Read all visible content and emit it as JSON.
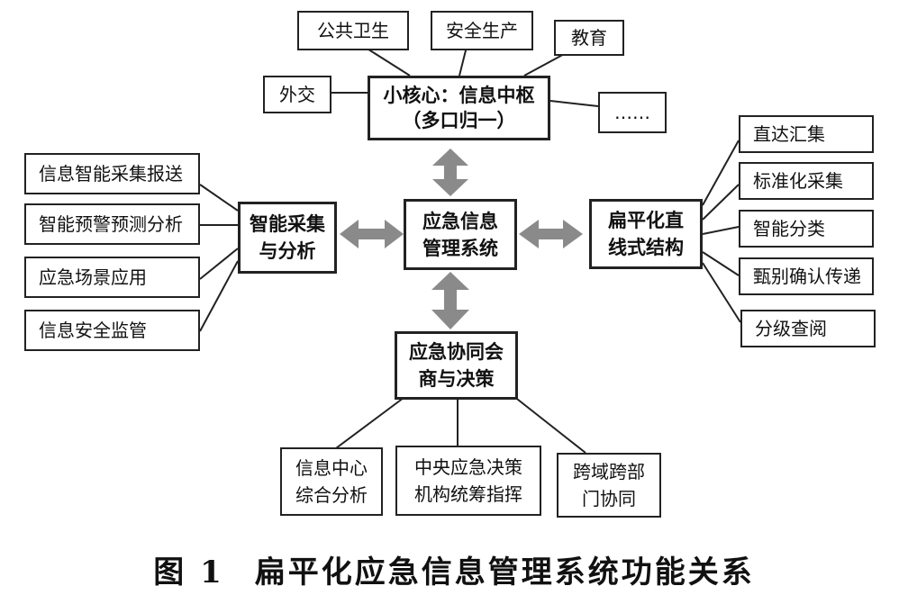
{
  "hub": {
    "line1": "小核心：信息中枢",
    "line2": "（多口归一）"
  },
  "hub_satellites": [
    "公共卫生",
    "安全生产",
    "教育",
    "外交",
    "……"
  ],
  "center": "应急信息\n管理系统",
  "left": {
    "title": "智能采集\n与分析",
    "items": [
      "信息智能采集报送",
      "智能预警预测分析",
      "应急场景应用",
      "信息安全监管"
    ]
  },
  "right": {
    "title": "扁平化直\n线式结构",
    "items": [
      "直达汇集",
      "标准化采集",
      "智能分类",
      "甄别确认传递",
      "分级查阅"
    ]
  },
  "bottom": {
    "title": "应急协同会\n商与决策",
    "items": [
      "信息中心\n综合分析",
      "中央应急决策\n机构统筹指挥",
      "跨域跨部\n门协同"
    ]
  },
  "caption": {
    "figure_no": "图 1",
    "title": "扁平化应急信息管理系统功能关系"
  },
  "colors": {
    "arrow": "#8a8a8a",
    "line": "#222222",
    "border": "#222222"
  }
}
